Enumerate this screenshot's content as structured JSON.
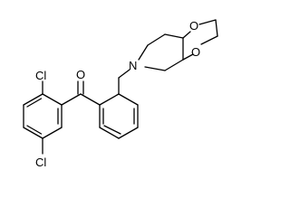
{
  "molecule": {
    "atoms": {
      "o_carbonyl": "O",
      "cl_ortho": "Cl",
      "cl_meta": "Cl",
      "n_ring": "N",
      "o_ketal_upper": "O",
      "o_ketal_lower": "O"
    },
    "colors": {
      "bond": "#000000",
      "label": "#000000",
      "background": "#ffffff"
    }
  }
}
